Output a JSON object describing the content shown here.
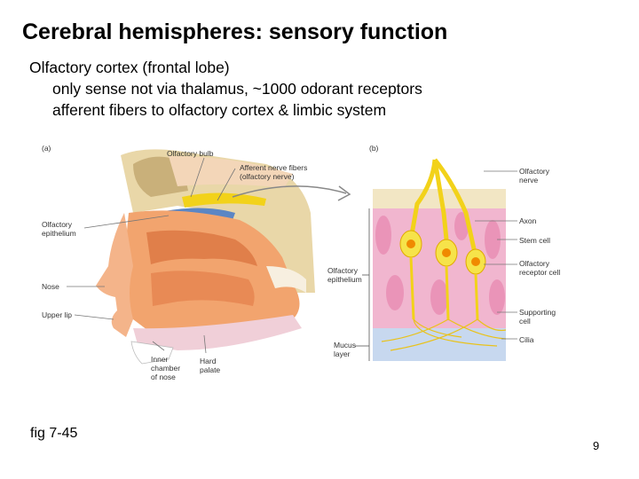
{
  "slide": {
    "title": "Cerebral hemispheres: sensory function",
    "bullets": [
      "Olfactory cortex (frontal lobe)",
      "only sense not via thalamus, ~1000 odorant receptors",
      "afferent fibers to olfactory cortex & limbic system"
    ],
    "figure_caption": "fig 7-45",
    "page_number": "9"
  },
  "figure": {
    "panel_a": {
      "tag": "(a)",
      "labels": {
        "olfactory_bulb": "Olfactory bulb",
        "afferent_fibers": "Afferent nerve fibers\n(olfactory nerve)",
        "olfactory_epithelium": "Olfactory\nepithelium",
        "nose": "Nose",
        "upper_lip": "Upper lip",
        "inner_chamber": "Inner\nchamber\nof nose",
        "hard_palate": "Hard\npalate"
      }
    },
    "panel_b": {
      "tag": "(b)",
      "labels": {
        "olfactory_nerve": "Olfactory\nnerve",
        "axon": "Axon",
        "stem_cell": "Stem cell",
        "receptor_cell": "Olfactory\nreceptor cell",
        "supporting_cell": "Supporting\ncell",
        "cilia": "Cilia",
        "olfactory_epithelium": "Olfactory\nepithelium",
        "mucus_layer": "Mucus\nlayer"
      }
    }
  }
}
